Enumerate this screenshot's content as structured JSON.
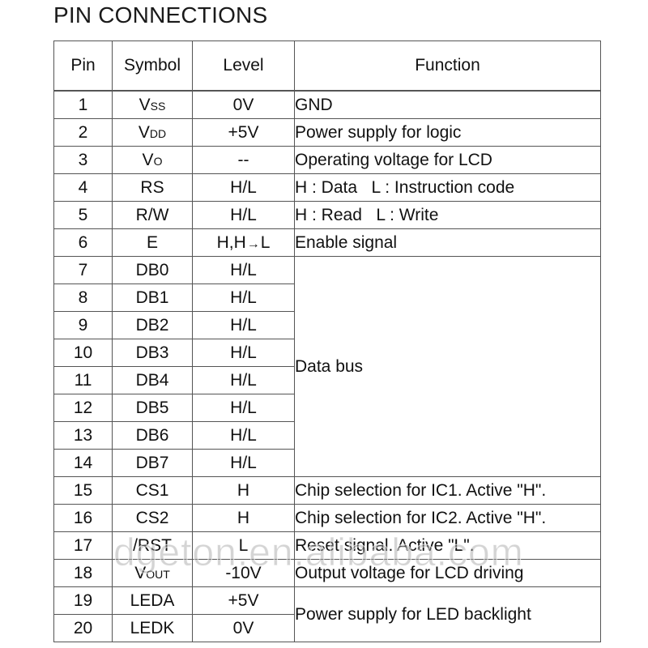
{
  "title": "PIN CONNECTIONS",
  "headers": {
    "pin": "Pin",
    "symbol": "Symbol",
    "level": "Level",
    "function": "Function"
  },
  "rows": [
    {
      "pin": "1",
      "sym": "V",
      "sub": "SS",
      "level": "0V",
      "function": "GND"
    },
    {
      "pin": "2",
      "sym": "V",
      "sub": "DD",
      "level": "+5V",
      "function": "Power supply for logic"
    },
    {
      "pin": "3",
      "sym": "V",
      "sub": "O",
      "level": "--",
      "function": "Operating voltage for LCD"
    },
    {
      "pin": "4",
      "sym": "RS",
      "sub": "",
      "level": "H/L",
      "function": "H : Data   L : Instruction code"
    },
    {
      "pin": "5",
      "sym": "R/W",
      "sub": "",
      "level": "H/L",
      "function": "H : Read   L : Write"
    },
    {
      "pin": "6",
      "sym": "E",
      "sub": "",
      "level_a": "H,H",
      "level_b": "L",
      "function": "Enable signal"
    },
    {
      "pin": "7",
      "sym": "DB0",
      "sub": "",
      "level": "H/L"
    },
    {
      "pin": "8",
      "sym": "DB1",
      "sub": "",
      "level": "H/L"
    },
    {
      "pin": "9",
      "sym": "DB2",
      "sub": "",
      "level": "H/L"
    },
    {
      "pin": "10",
      "sym": "DB3",
      "sub": "",
      "level": "H/L"
    },
    {
      "pin": "11",
      "sym": "DB4",
      "sub": "",
      "level": "H/L"
    },
    {
      "pin": "12",
      "sym": "DB5",
      "sub": "",
      "level": "H/L"
    },
    {
      "pin": "13",
      "sym": "DB6",
      "sub": "",
      "level": "H/L"
    },
    {
      "pin": "14",
      "sym": "DB7",
      "sub": "",
      "level": "H/L"
    },
    {
      "pin": "15",
      "sym": "CS1",
      "sub": "",
      "level": "H",
      "function": "Chip selection for IC1. Active \"H\"."
    },
    {
      "pin": "16",
      "sym": "CS2",
      "sub": "",
      "level": "H",
      "function": "Chip selection for IC2. Active \"H\"."
    },
    {
      "pin": "17",
      "sym": "/RST",
      "sub": "",
      "level": "L",
      "function": "Reset signal. Active \"L\"."
    },
    {
      "pin": "18",
      "sym": "V",
      "sub": "OUT",
      "level": "-10V",
      "function": "Output voltage for LCD driving"
    },
    {
      "pin": "19",
      "sym": "LEDA",
      "sub": "",
      "level": "+5V"
    },
    {
      "pin": "20",
      "sym": "LEDK",
      "sub": "",
      "level": "0V"
    }
  ],
  "data_bus_function": "Data bus",
  "backlight_function": "Power supply for LED backlight",
  "watermark": "dgeton.en.alibaba.com"
}
